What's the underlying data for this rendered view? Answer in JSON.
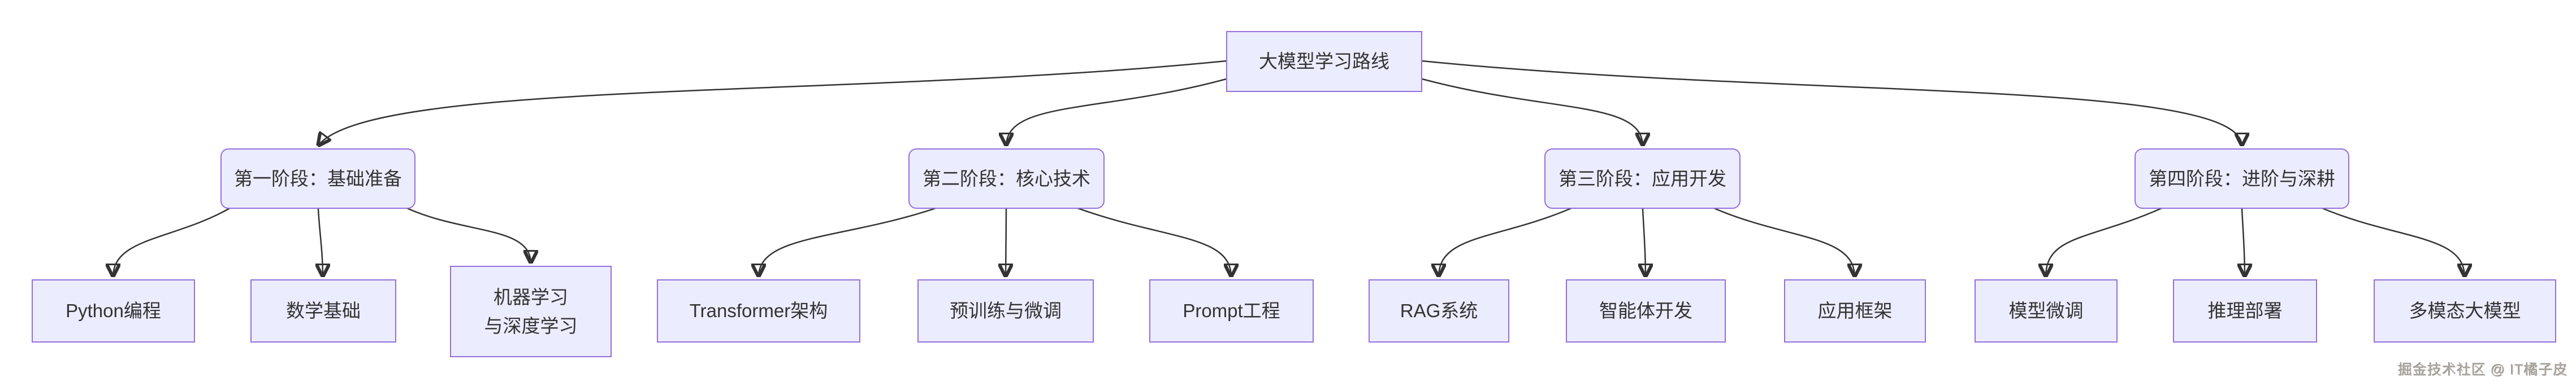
{
  "diagram": {
    "title": "大模型学习路线",
    "root": {
      "label": "大模型学习路线"
    },
    "branches": [
      {
        "label": "第一阶段：基础准备",
        "children": [
          {
            "label": "Python编程"
          },
          {
            "label": "数学基础"
          },
          {
            "label": "机器学习\n与深度学习"
          }
        ]
      },
      {
        "label": "第二阶段：核心技术",
        "children": [
          {
            "label": "Transformer架构"
          },
          {
            "label": "预训练与微调"
          },
          {
            "label": "Prompt工程"
          }
        ]
      },
      {
        "label": "第三阶段：应用开发",
        "children": [
          {
            "label": "RAG系统"
          },
          {
            "label": "智能体开发"
          },
          {
            "label": "应用框架"
          }
        ]
      },
      {
        "label": "第四阶段：进阶与深耕",
        "children": [
          {
            "label": "模型微调"
          },
          {
            "label": "推理部署"
          },
          {
            "label": "多模态大模型"
          }
        ]
      }
    ]
  },
  "watermark": {
    "text": "掘金技术社区 @ IT橘子皮"
  },
  "colors": {
    "node_fill": "#ECECFF",
    "node_border": "#9370DB",
    "edge": "#333333",
    "text": "#333333",
    "background": "#ffffff",
    "watermark_text": "#b3aea8"
  }
}
